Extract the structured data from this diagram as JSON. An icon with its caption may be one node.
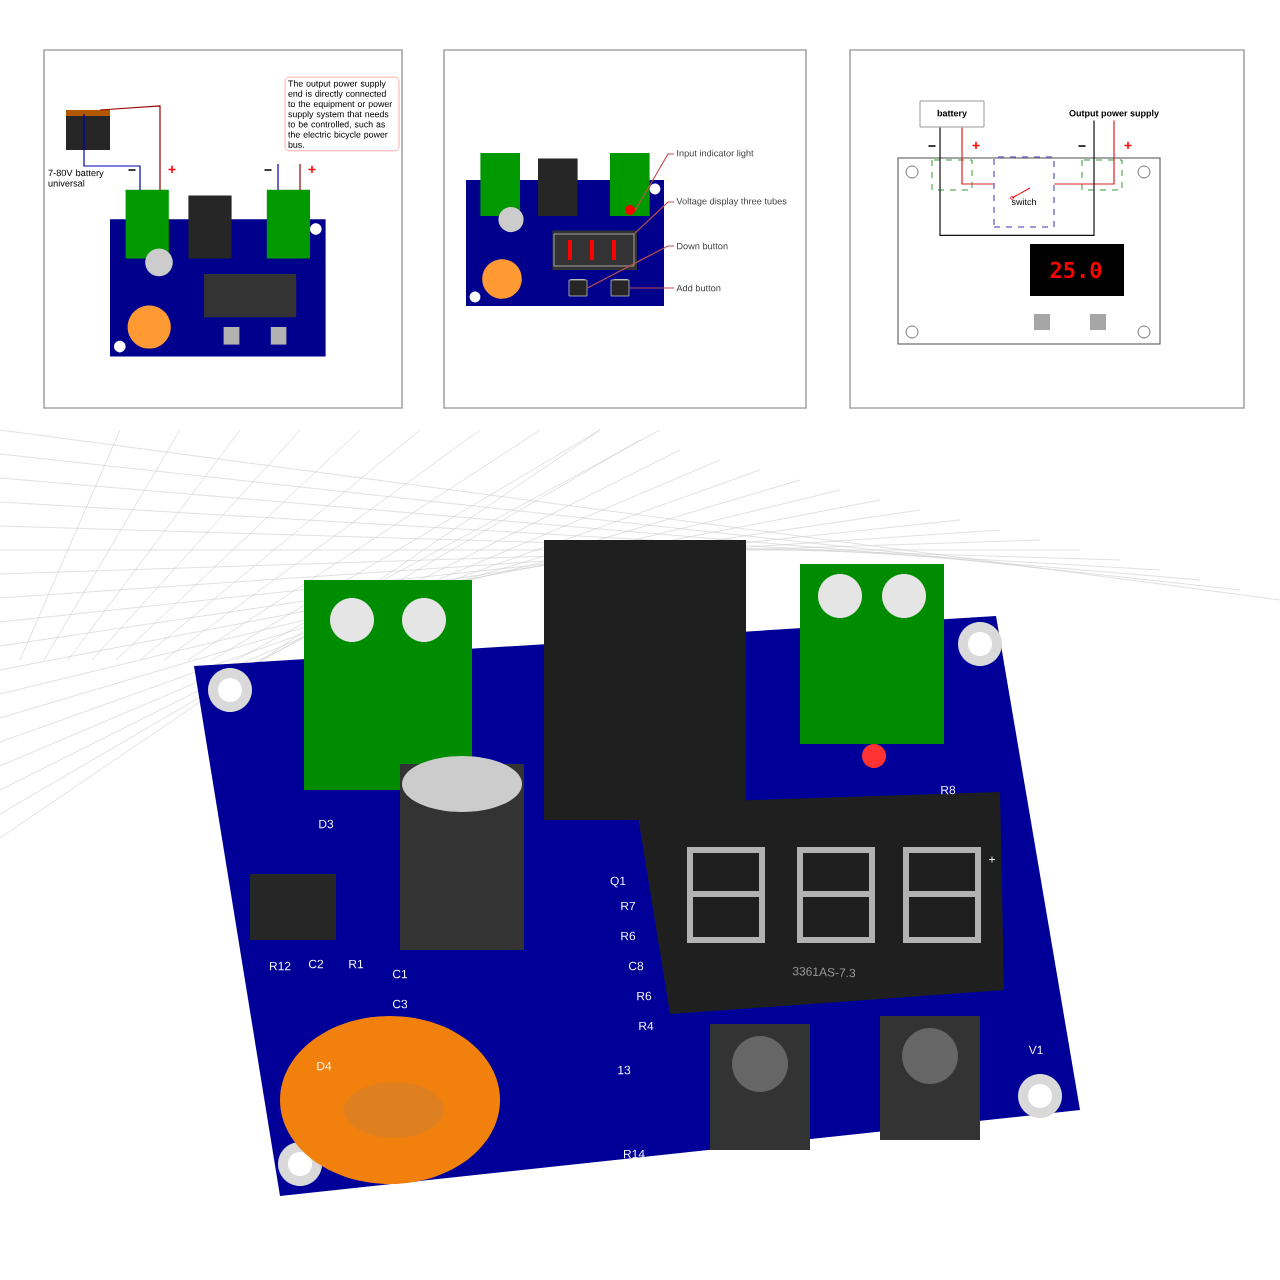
{
  "diagram": {
    "nodes": [
      {
        "text": [
          "The output power supply end is directly connected to the equipment or power supply system that needs to be controlled, such as the electric bicycle power bus."
        ]
      },
      {
        "text": [
          "Input indicator light"
        ]
      },
      {
        "text": [
          "Voltage display three tubes"
        ]
      },
      {
        "text": [
          "Down button"
        ]
      },
      {
        "text": [
          "Add button"
        ]
      },
      {
        "text": [],
        "shape": "circle"
      },
      {
        "text": [],
        "shape": "box"
      },
      {
        "text": [],
        "shape": "box"
      },
      {
        "text": [],
        "shape": "box"
      },
      {
        "text": [
          "battery"
        ]
      },
      {
        "text": [
          "Output power supply"
        ]
      },
      {
        "text": [
          "switch"
        ]
      }
    ],
    "edges": [
      {
        "from": 1,
        "to": 5,
        "arrow": "none",
        "color": "#c0504d"
      },
      {
        "from": 2,
        "to": 6,
        "arrow": "none",
        "color": "#c0504d"
      },
      {
        "from": 3,
        "to": 7,
        "arrow": "none",
        "color": "#c0504d"
      },
      {
        "from": 4,
        "to": 8,
        "arrow": "none",
        "color": "#c0504d"
      },
      {
        "from": 9,
        "to": 11,
        "arrow": "none",
        "color": "#e02020"
      },
      {
        "from": 11,
        "to": 10,
        "arrow": "none",
        "color": "#e02020"
      },
      {
        "from": 9,
        "to": 10,
        "arrow": "none",
        "color": "#111111"
      }
    ],
    "labels": [
      "7-80V battery universal",
      "−",
      "+",
      "−",
      "+",
      "−",
      "+",
      "−",
      "+",
      "25.0",
      "D3",
      "Q1",
      "R7",
      "R6",
      "C8",
      "R6",
      "R4",
      "C1",
      "C3",
      "R12",
      "C2",
      "R1",
      "D4",
      "R8",
      "V1",
      "3361AS-7.3",
      "13",
      "R14",
      "+"
    ]
  }
}
